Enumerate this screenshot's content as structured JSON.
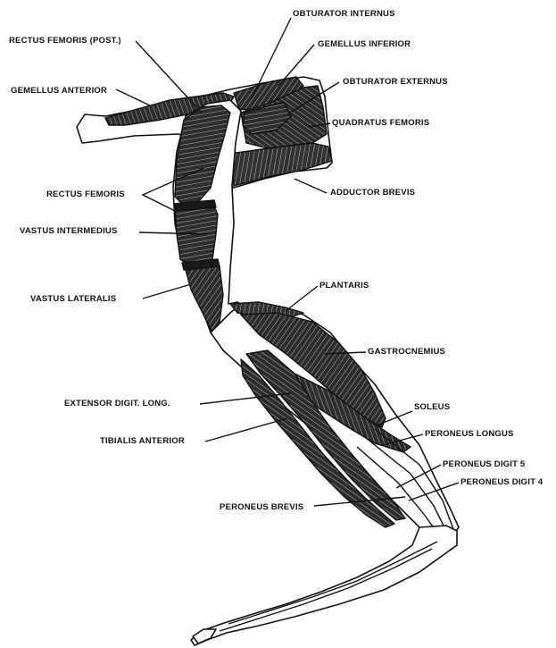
{
  "labels": {
    "obturator_internus": "OBTURATOR INTERNUS",
    "rectus_femoris_post": "RECTUS FEMORIS (POST.)",
    "gemellus_inferior": "GEMELLUS INFERIOR",
    "gemellus_anterior": "GEMELLUS ANTERIOR",
    "obturator_externus": "OBTURATOR EXTERNUS",
    "quadratus_femoris": "QUADRATUS FEMORIS",
    "rectus_femoris": "RECTUS FEMORIS",
    "adductor_brevis": "ADDUCTOR BREVIS",
    "vastus_intermedius": "VASTUS INTERMEDIUS",
    "vastus_lateralis": "VASTUS LATERALIS",
    "plantaris": "PLANTARIS",
    "gastrocnemius": "GASTROCNEMIUS",
    "extensor_digit_long": "EXTENSOR DIGIT. LONG.",
    "soleus": "SOLEUS",
    "tibialis_anterior": "TIBIALIS ANTERIOR",
    "peroneus_longus": "PERONEUS LONGUS",
    "peroneus_digit_5": "PERONEUS DIGIT 5",
    "peroneus_digit_4": "PERONEUS DIGIT 4",
    "peroneus_brevis": "PERONEUS BREVIS"
  },
  "colors": {
    "ink": "#111111",
    "muscle": "#3a3a3a",
    "paper": "#ffffff"
  }
}
